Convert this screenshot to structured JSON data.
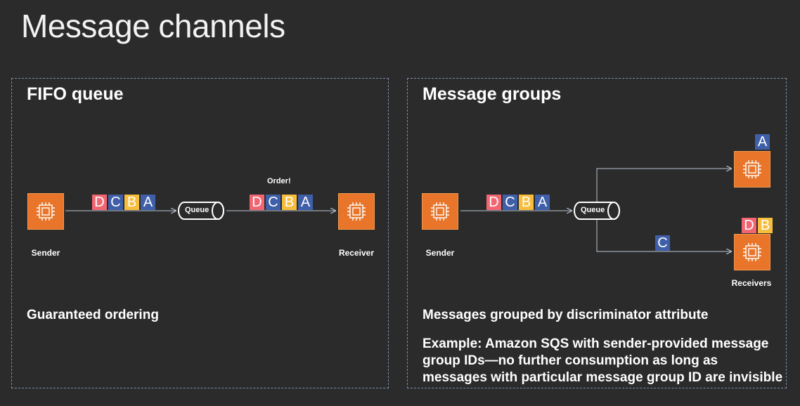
{
  "slide": {
    "title": "Message channels"
  },
  "colors": {
    "red": "#f26672",
    "blue": "#3f5fa9",
    "yellow": "#f7bd3c",
    "orange": "#e8752a",
    "background": "#2b2b2b",
    "dashed_border": "#7a8fa6"
  },
  "fifo": {
    "heading": "FIFO queue",
    "sender_label": "Sender",
    "receiver_label": "Receiver",
    "queue_label": "Queue",
    "order_label": "Order!",
    "messages_in": [
      "D",
      "C",
      "B",
      "A"
    ],
    "messages_out": [
      "D",
      "C",
      "B",
      "A"
    ],
    "caption": "Guaranteed ordering"
  },
  "groups": {
    "heading": "Message groups",
    "sender_label": "Sender",
    "queue_label": "Queue",
    "receivers_label": "Receivers",
    "messages_in": [
      "D",
      "C",
      "B",
      "A"
    ],
    "upper_receiver_messages": [
      "A"
    ],
    "lower_receiver_messages": [
      "D",
      "B"
    ],
    "lower_path_message": "C",
    "caption": "Messages grouped by discriminator attribute",
    "example_line1": "Example: Amazon SQS with sender-provided message",
    "example_line2": "group IDs—no further consumption as long as",
    "example_line3": "messages with particular message group ID are invisible"
  }
}
